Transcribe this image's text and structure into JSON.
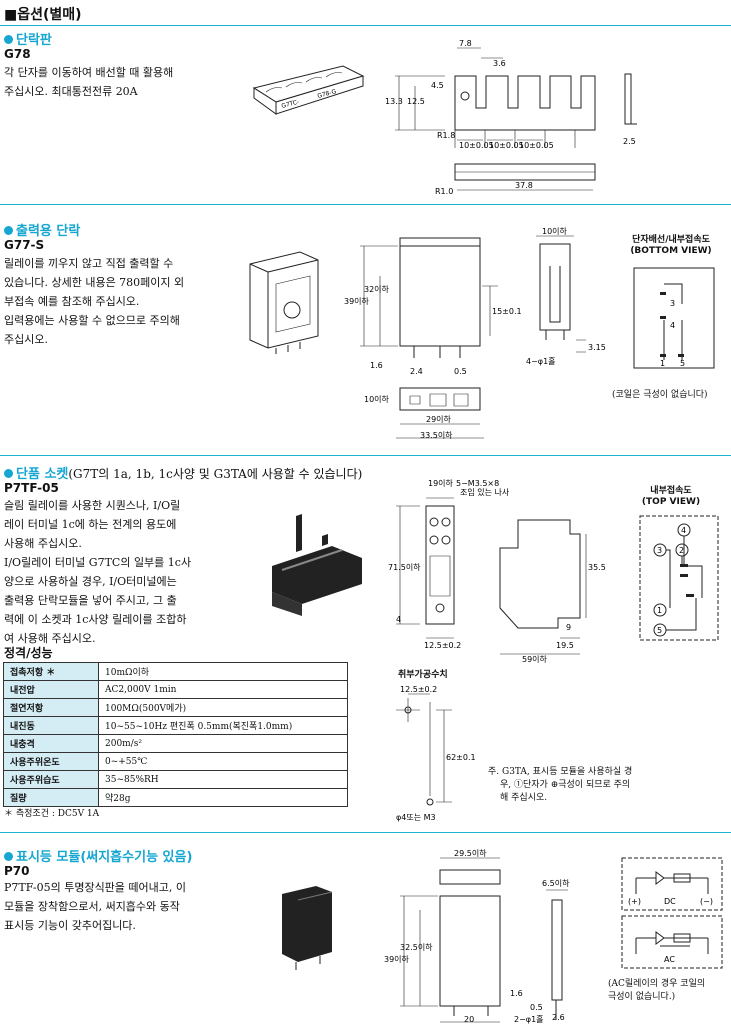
{
  "page_heading": "■옵션(별매)",
  "sections": [
    {
      "title": "단락판",
      "model": "G78",
      "desc": [
        "각 단자를 이동하여 배선할 때 활용해",
        "주십시오. 최대통전전류 20A"
      ],
      "dims": {
        "d1": "7.8",
        "d2": "3.6",
        "d3": "4.5",
        "d4": "13.3",
        "d5": "12.5",
        "d6": "R1.8",
        "d7": "10±0.05",
        "d8": "10±0.05",
        "d9": "10±0.05",
        "d10": "2.5",
        "d11": "R1.0",
        "d12": "37.8"
      },
      "part_text": [
        "G7TC-",
        "G78-G"
      ]
    },
    {
      "title": "출력용 단락",
      "model": "G77-S",
      "desc": [
        "릴레이를 끼우지 않고 직접 출력할 수",
        "있습니다. 상세한 내용은 780페이지 외",
        "부접속 예를 참조해 주십시오.",
        "입력용에는 사용할 수 없으므로 주의해",
        "주십시오."
      ],
      "dims": {
        "d1": "10이하",
        "d2": "32이하",
        "d3": "39이하",
        "d4": "15±0.1",
        "d5": "1.6",
        "d6": "2.4",
        "d7": "0.5",
        "d8": "3.15",
        "d9": "4−φ1홀",
        "d10": "10이하",
        "d11": "29이하",
        "d12": "33.5이하"
      },
      "bottom_view": {
        "title1": "단자배선/내부접속도",
        "title2": "(BOTTOM VIEW)",
        "pins": [
          "3",
          "4",
          "1",
          "5"
        ],
        "note": "(코일은 극성이 없습니다)"
      }
    },
    {
      "title": "단품 소켓",
      "title_note": "(G7T의 1a, 1b, 1c사양 및 G3TA에 사용할 수 있습니다)",
      "model": "P7TF-05",
      "desc": [
        "슬림 릴레이를 사용한 시퀀스나, I/O릴",
        "레이 터미널 1c에 하는 전계의 용도에",
        "사용해 주십시오.",
        "I/O릴레이 터미널 G7TC의 일부를 1c사",
        "양으로 사용하실 경우, I/O터미널에는",
        "출력용 단락모듈을 넣어 주시고, 그 출",
        "력에 이 소켓과 1c사양 릴레이를 조합하",
        "여 사용해 주십시오."
      ],
      "dims": {
        "d1": "19이하",
        "d2": "5−M3.5×8",
        "d3": "조임 있는 나사",
        "d4": "71.5이하",
        "d5": "4",
        "d6": "12.5±0.2",
        "d7": "35.5",
        "d8": "9",
        "d9": "19.5",
        "d10": "59이하"
      },
      "top_view": {
        "title1": "내부접속도",
        "title2": "(TOP VIEW)",
        "pins": [
          "4",
          "3",
          "2",
          "1",
          "5"
        ]
      },
      "mount": {
        "title": "취부가공수치",
        "d1": "12.5±0.2",
        "d2": "62±0.1",
        "d3": "φ4또는 M3"
      },
      "g3ta_note": [
        "주. G3TA, 표시등 모듈을 사용하실 경",
        "우, ①단자가 ⊕극성이 되므로 주의",
        "해 주십시오."
      ],
      "spec_title": "정격/성능",
      "spec": [
        {
          "k": "접촉저항 ＊",
          "v": "10mΩ이하"
        },
        {
          "k": "내전압",
          "v": "AC2,000V  1min"
        },
        {
          "k": "절연저항",
          "v": "100MΩ(500V메가)"
        },
        {
          "k": "내진동",
          "v": "10~55~10Hz 편진폭 0.5mm(복진폭1.0mm)"
        },
        {
          "k": "내충격",
          "v": "200m/s²"
        },
        {
          "k": "사용주위온도",
          "v": "0~+55℃"
        },
        {
          "k": "사용주위습도",
          "v": "35~85%RH"
        },
        {
          "k": "질량",
          "v": "약28g"
        }
      ],
      "spec_footnote": "＊ 측정조건 : DC5V  1A"
    },
    {
      "title": "표시등 모듈(써지흡수기능 있음)",
      "model": "P70",
      "desc": [
        "P7TF-05의 투명장식판을 떼어내고, 이",
        "모듈을 장착함으로서, 써지흡수와 동작",
        "표시등 기능이 갖추어집니다."
      ],
      "dims": {
        "d1": "29.5이하",
        "d2": "6.5이하",
        "d3": "32.5이하",
        "d4": "39이하",
        "d5": "1.6",
        "d6": "0.5",
        "d7": "20",
        "d8": "2−φ1홀",
        "d9": "2.6"
      },
      "circuit": {
        "plus": "(+)",
        "dc": "DC",
        "minus": "(−)",
        "ac": "AC",
        "note": [
          "(AC릴레이의 경우 코일의",
          "극성이 없습니다.)"
        ]
      }
    }
  ]
}
